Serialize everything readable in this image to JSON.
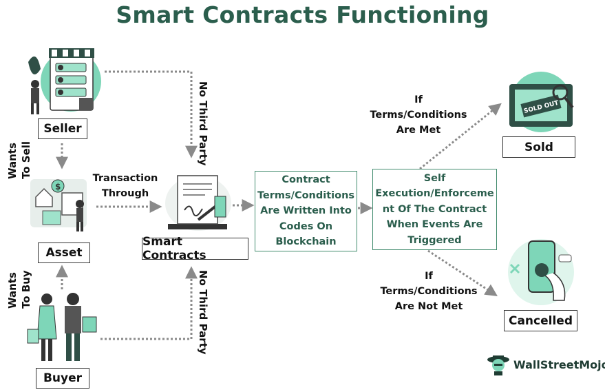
{
  "title": "Smart Contracts Functioning",
  "nodes": {
    "seller": "Seller",
    "asset": "Asset",
    "buyer": "Buyer",
    "smart_contracts": "Smart Contracts",
    "contract_terms": "Contract\nTerms/Conditions\nAre Written Into\nCodes On\nBlockchain",
    "self_execution": "Self\nExecution/Enforceme\nnt Of The Contract\nWhen Events Are\nTriggered",
    "sold": "Sold",
    "cancelled": "Cancelled"
  },
  "edge_labels": {
    "wants_to_sell": "Wants\nTo Sell",
    "wants_to_buy": "Wants\nTo Buy",
    "transaction_through": "Transaction\nThrough",
    "no_third_party": "No Third Party",
    "terms_met": "If\nTerms/Conditions\nAre Met",
    "terms_not_met": "If\nTerms/Conditions\nAre Not Met"
  },
  "illustration_text": {
    "sold_out": "SOLD OUT"
  },
  "logo": {
    "text": "WallStreetMojo"
  },
  "colors": {
    "title": "#2b5e4d",
    "accent_green": "#7ed6b8",
    "box_border_green": "#3f8a6c",
    "arrow": "#8a8a8a"
  }
}
